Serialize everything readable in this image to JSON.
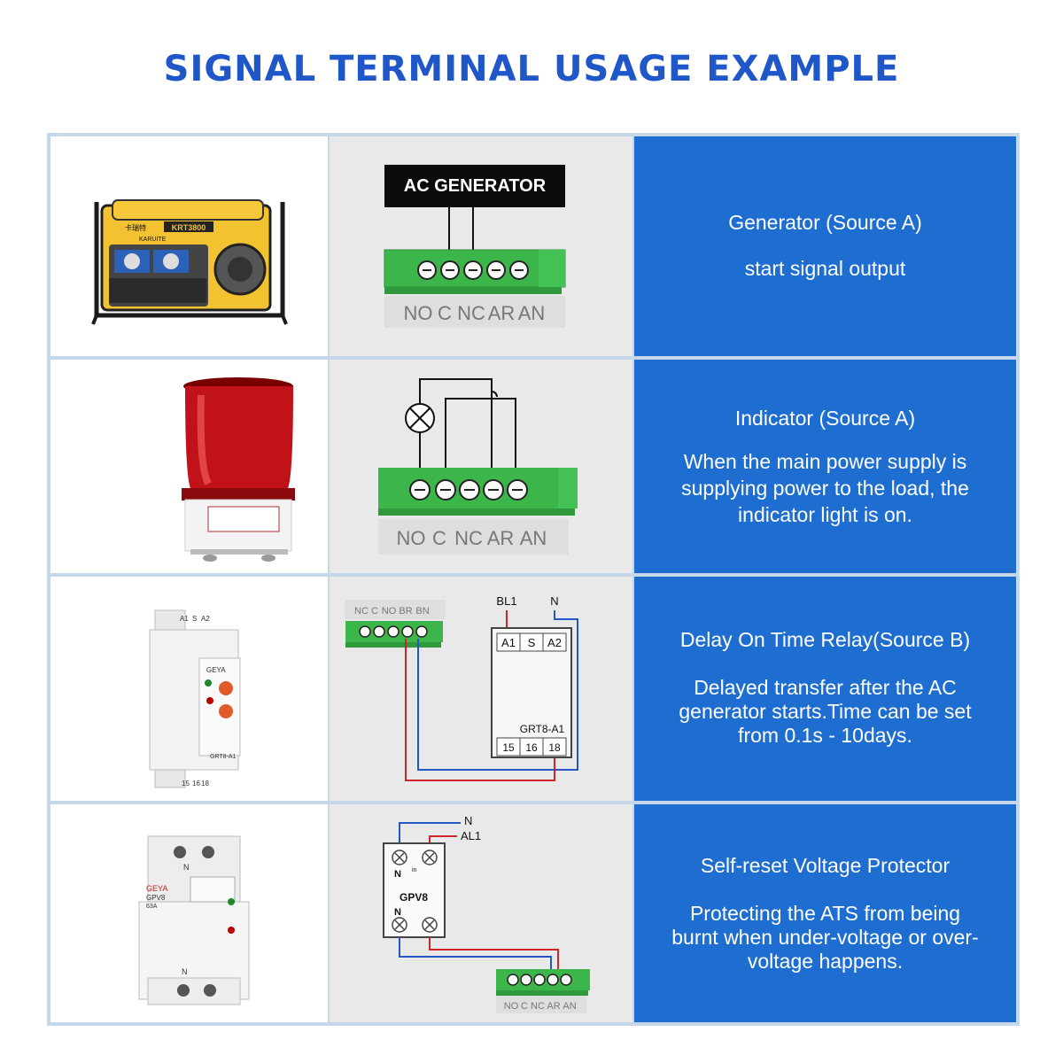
{
  "title": "SIGNAL TERMINAL USAGE EXAMPLE",
  "terminal_labels": [
    "NO",
    "C",
    "NC",
    "AR",
    "AN"
  ],
  "terminal_labels_small": [
    "NC",
    "C",
    "NO",
    "BR",
    "BN"
  ],
  "rows": [
    {
      "tag": "AC GENERATOR",
      "heading": "Generator (Source A)",
      "body": "start signal output",
      "photo_text": [
        "KRT3800",
        "卡瑞特",
        "KARUITE"
      ]
    },
    {
      "heading": "Indicator (Source A)",
      "body": "When the main power supply is supplying power to the load, the indicator light is on."
    },
    {
      "heading": "Delay On Time Relay(Source B)",
      "body": "Delayed transfer after the AC generator starts.Time can be set from 0.1s - 10days.",
      "relay": {
        "line_top": "BL1",
        "line_n": "N",
        "pins_top": [
          "A1",
          "S",
          "A2"
        ],
        "model": "GRT8-A1",
        "pins_bottom": [
          "15",
          "16",
          "18"
        ]
      },
      "photo_text": [
        "A1",
        "S",
        "A2",
        "GEYA",
        "GRT8-A1",
        "15",
        "16",
        "18"
      ]
    },
    {
      "heading": "Self-reset Voltage Protector",
      "body": "Protecting the ATS from being burnt when under-voltage or over-voltage happens.",
      "protector": {
        "wire_n": "N",
        "wire_al": "AL1",
        "n_top": "N",
        "in": "in",
        "model": "GPV8",
        "n_bottom": "N"
      },
      "photo_text": [
        "GEYA",
        "GPV8",
        "63A",
        "N",
        "N"
      ]
    }
  ],
  "colors": {
    "blue_cell": "#1e6ed2",
    "title_blue": "#1f56c8",
    "terminal_green": "#3cb54a",
    "wire_red": "#d0232a",
    "wire_blue": "#2457c5"
  }
}
